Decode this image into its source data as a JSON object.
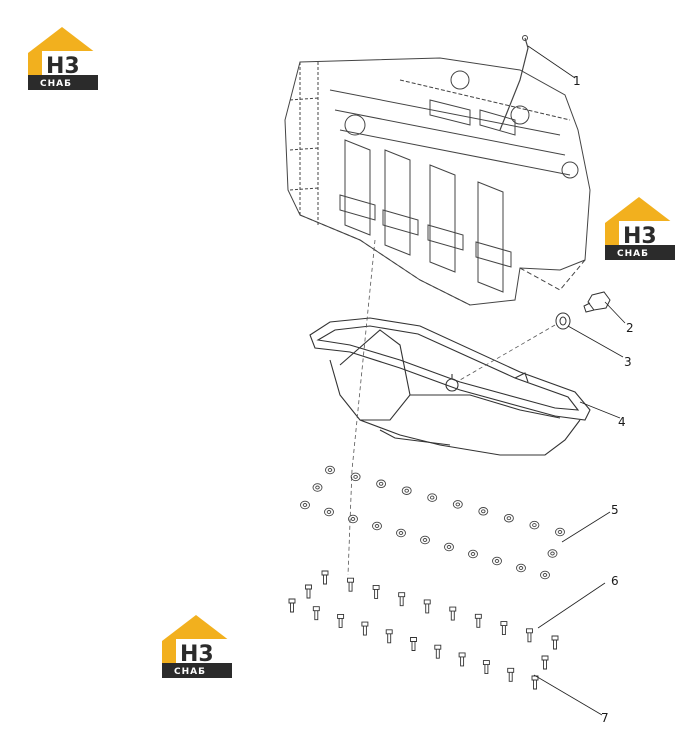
{
  "logo": {
    "top_text": "H3",
    "bottom_text": "СНАБ",
    "colors": {
      "roof": "#f2b01e",
      "panel": "#2b2b2b",
      "badge_bg": "#ffffff"
    }
  },
  "callouts": [
    {
      "id": 1,
      "label": "1"
    },
    {
      "id": 2,
      "label": "2"
    },
    {
      "id": 3,
      "label": "3"
    },
    {
      "id": 4,
      "label": "4"
    },
    {
      "id": 5,
      "label": "5"
    },
    {
      "id": 6,
      "label": "6"
    },
    {
      "id": 7,
      "label": "7"
    }
  ]
}
